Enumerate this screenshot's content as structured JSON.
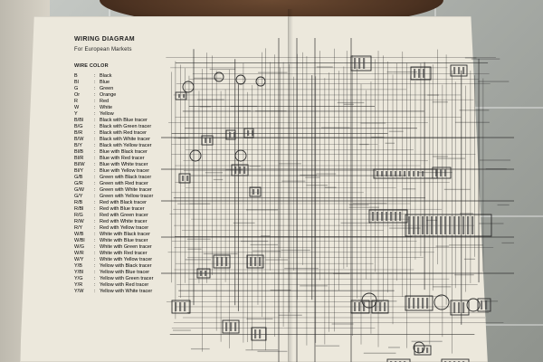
{
  "document": {
    "title": "WIRING DIAGRAM",
    "subtitle": "For European Markets",
    "legend_heading": "WIRE COLOR",
    "legend": [
      {
        "code": "B",
        "desc": "Black"
      },
      {
        "code": "Bl",
        "desc": "Blue"
      },
      {
        "code": "G",
        "desc": "Green"
      },
      {
        "code": "Or",
        "desc": "Orange"
      },
      {
        "code": "R",
        "desc": "Red"
      },
      {
        "code": "W",
        "desc": "White"
      },
      {
        "code": "Y",
        "desc": "Yellow"
      },
      {
        "code": "B/Bl",
        "desc": "Black with Blue tracer"
      },
      {
        "code": "B/G",
        "desc": "Black with Green tracer"
      },
      {
        "code": "B/R",
        "desc": "Black with Red tracer"
      },
      {
        "code": "B/W",
        "desc": "Black with White tracer"
      },
      {
        "code": "B/Y",
        "desc": "Black with Yellow tracer"
      },
      {
        "code": "Bl/B",
        "desc": "Blue with Black tracer"
      },
      {
        "code": "Bl/R",
        "desc": "Blue with Red tracer"
      },
      {
        "code": "Bl/W",
        "desc": "Blue with White tracer"
      },
      {
        "code": "Bl/Y",
        "desc": "Blue with Yellow tracer"
      },
      {
        "code": "G/B",
        "desc": "Green with Black tracer"
      },
      {
        "code": "G/R",
        "desc": "Green with Red tracer"
      },
      {
        "code": "G/W",
        "desc": "Green with White tracer"
      },
      {
        "code": "G/Y",
        "desc": "Green with Yellow tracer"
      },
      {
        "code": "R/B",
        "desc": "Red with Black tracer"
      },
      {
        "code": "R/Bl",
        "desc": "Red with Blue tracer"
      },
      {
        "code": "R/G",
        "desc": "Red with Green tracer"
      },
      {
        "code": "R/W",
        "desc": "Red with White tracer"
      },
      {
        "code": "R/Y",
        "desc": "Red with Yellow tracer"
      },
      {
        "code": "W/B",
        "desc": "White with Black tracer"
      },
      {
        "code": "W/Bl",
        "desc": "White with Blue tracer"
      },
      {
        "code": "W/G",
        "desc": "White with Green tracer"
      },
      {
        "code": "W/R",
        "desc": "White with Red tracer"
      },
      {
        "code": "W/Y",
        "desc": "White with Yellow tracer"
      },
      {
        "code": "Y/B",
        "desc": "Yellow with Black tracer"
      },
      {
        "code": "Y/Bl",
        "desc": "Yellow with Blue tracer"
      },
      {
        "code": "Y/G",
        "desc": "Yellow with Green tracer"
      },
      {
        "code": "Y/R",
        "desc": "Yellow with Red tracer"
      },
      {
        "code": "Y/W",
        "desc": "Yellow with White tracer"
      }
    ]
  },
  "colors": {
    "paper": "#ece8dc",
    "ink": "#1f1f1f",
    "wire": "#2b2b2b"
  }
}
